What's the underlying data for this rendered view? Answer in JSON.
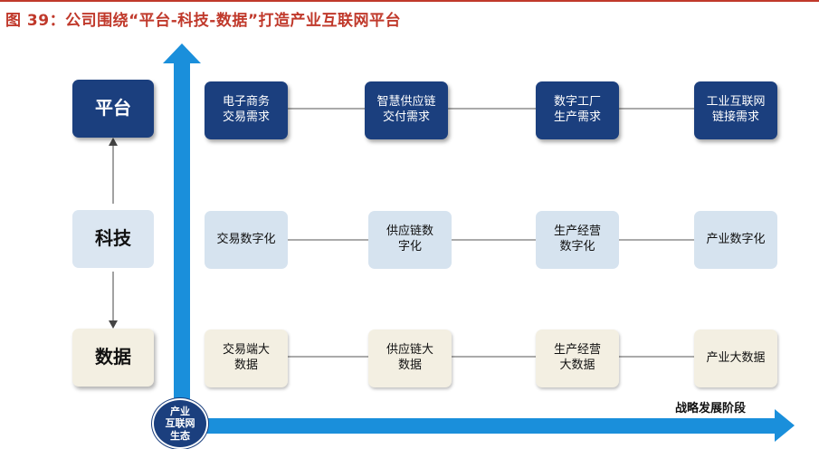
{
  "title": "图 39：公司围绕“平台-科技-数据”打造产业互联网平台",
  "left_column": {
    "platform": "平台",
    "technology": "科技",
    "data": "数据"
  },
  "rows": {
    "platform": [
      "电子商务\n交易需求",
      "智慧供应链\n交付需求",
      "数字工厂\n生产需求",
      "工业互联网\n链接需求"
    ],
    "technology": [
      "交易数字化",
      "供应链数\n字化",
      "生产经营\n数字化",
      "产业数字化"
    ],
    "data": [
      "交易端大\n数据",
      "供应链大\n数据",
      "生产经营\n大数据",
      "产业大数据"
    ]
  },
  "origin_label": "产业\n互联网\n生态",
  "x_axis_label": "战略发展阶段",
  "colors": {
    "title": "#c0392b",
    "dark_blue": "#1b3f7e",
    "light_blue": "#d6e3ef",
    "cream": "#f3efe2",
    "axis_blue": "#1a8fdb"
  }
}
